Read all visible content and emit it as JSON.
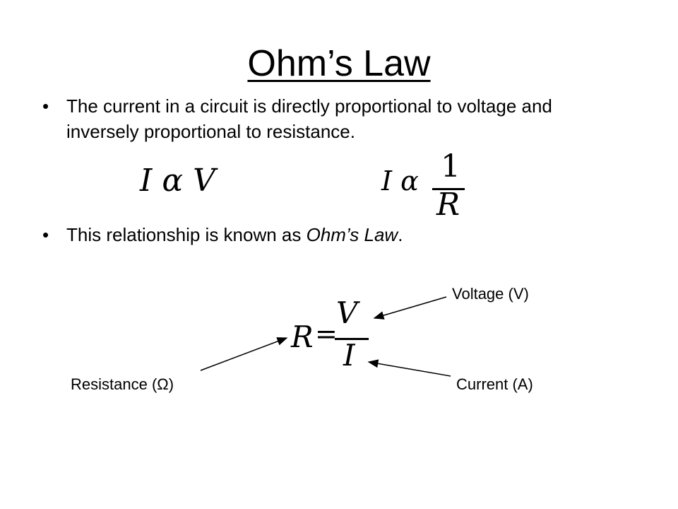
{
  "slide": {
    "title": "Ohm’s Law",
    "bullet1": "The current in a circuit is directly proportional to voltage and inversely proportional to resistance.",
    "bullet2_prefix": "This relationship is known as ",
    "bullet2_em": "Ohm’s Law",
    "bullet2_suffix": ".",
    "bullet_marker": "•"
  },
  "equations": {
    "direct": "I α V",
    "inverse_prefix": "I α",
    "inverse_num": "1",
    "inverse_den": "R",
    "ohm_lhs": "R",
    "ohm_eq": "=",
    "ohm_num": "V",
    "ohm_den": "I"
  },
  "labels": {
    "voltage": "Voltage (V)",
    "resistance": "Resistance (Ω)",
    "current": "Current (A)"
  }
}
